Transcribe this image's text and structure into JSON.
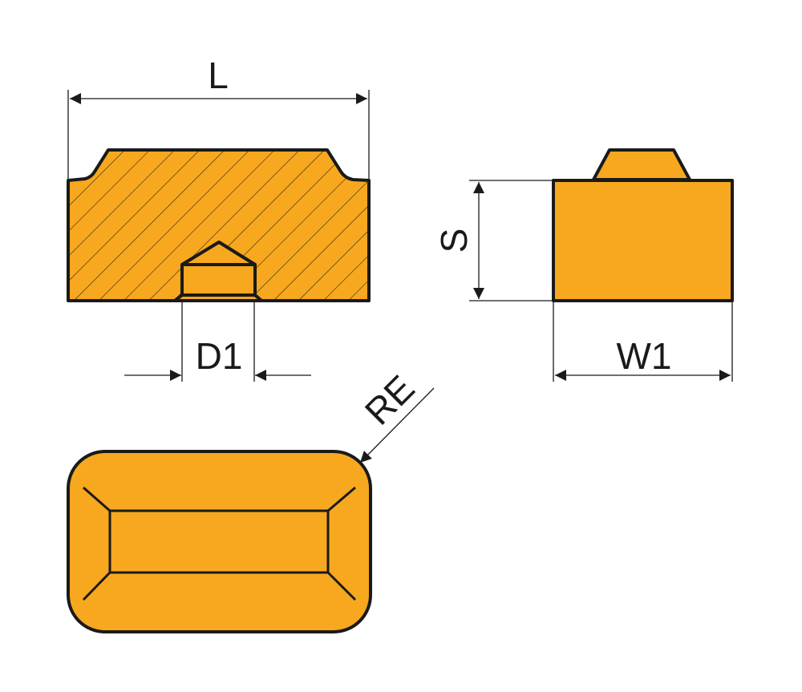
{
  "labels": {
    "length": "L",
    "hole_diameter": "D1",
    "thickness": "S",
    "width": "W1",
    "corner_radius": "RE"
  },
  "colors": {
    "insert_fill": "#F7A81E",
    "outline": "#1a1a1a",
    "background": "#ffffff"
  }
}
